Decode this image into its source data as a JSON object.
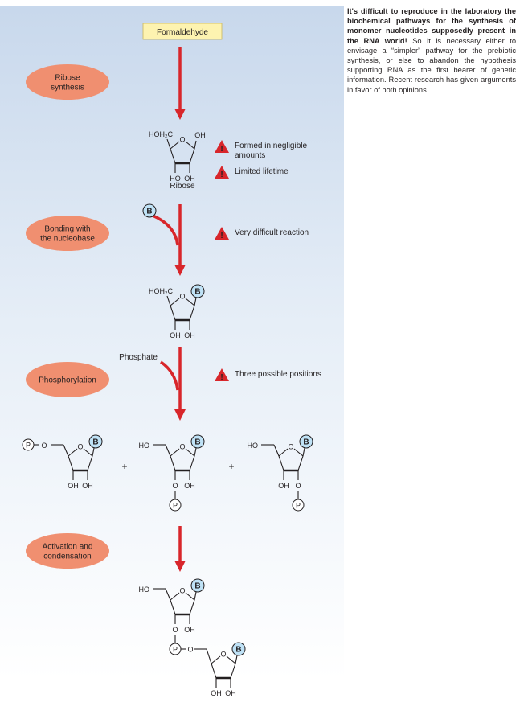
{
  "sidebar": {
    "lead": "It's difficult to reproduce in the laboratory the biochemical pathways for the synthesis of monomer nucleotides supposedly present in the RNA world!",
    "body": "So it is necessary either to envisage a “simpler” pathway for the prebiotic synthesis, or else to abandon the hypothesis supporting RNA as the first bearer of genetic information. Recent research has given arguments in favor of both opinions."
  },
  "start": "Formaldehyde",
  "steps": [
    "Ribose\nsynthesis",
    "Bonding with\nthe nucleobase",
    "Phosphorylation",
    "Activation and\ncondensation"
  ],
  "warnings": [
    "Formed in negligible\namounts",
    "Limited lifetime",
    "Very difficult reaction",
    "Three possible positions"
  ],
  "labels": {
    "ribose": "Ribose",
    "phosphate": "Phosphate",
    "hoh2c": "HOH₂C",
    "ho": "HO",
    "oh": "OH",
    "o": "O",
    "b": "B",
    "p": "P",
    "plus": "+",
    "warn": "!"
  },
  "colors": {
    "arrow": "#d8262b",
    "pill": "#f08f70",
    "start_box": "#fdf3b0",
    "b_circle": "#bfe2f6",
    "warn": "#d8262b",
    "plus": "#d8262b"
  }
}
